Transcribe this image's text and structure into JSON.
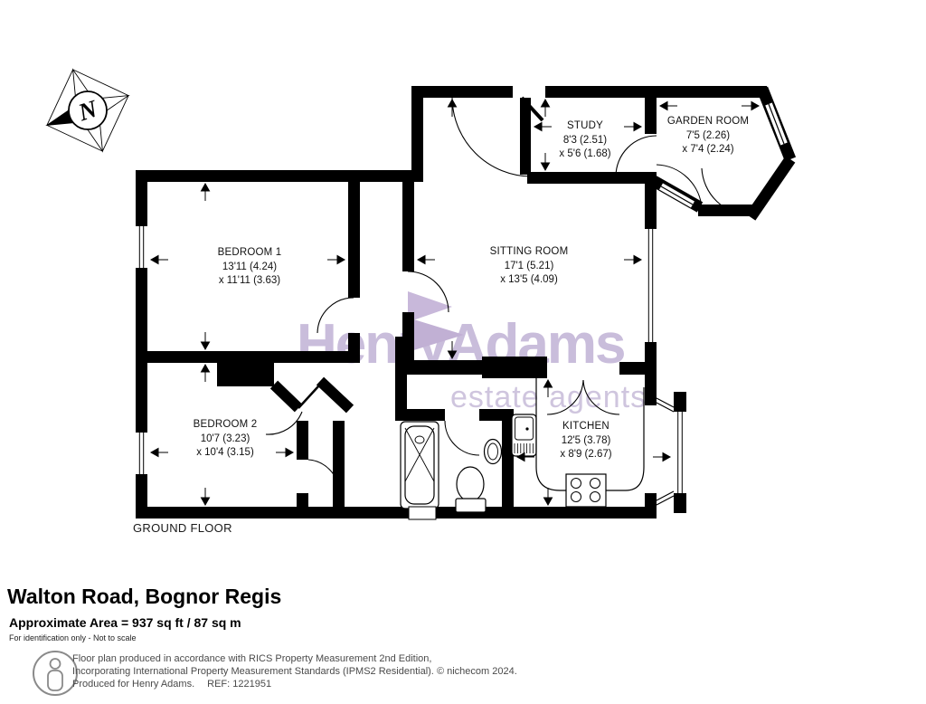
{
  "compass": {
    "label": "N",
    "icon": "compass-rose-north-icon"
  },
  "watermark": {
    "name": "HenryAdams",
    "tagline": "estate agents",
    "logo_icon": "double-triangle-logo-icon"
  },
  "colors": {
    "wall": "#000000",
    "watermark_text": "#c9bddb",
    "watermark_triangle_top": "#c8b8da",
    "watermark_triangle_bottom": "#c1b0d4",
    "footer_gray": "#4a4a4a"
  },
  "plan": {
    "floor_label": "GROUND FLOOR",
    "rooms": [
      {
        "name": "BEDROOM 1",
        "dim1": "13'11 (4.24)",
        "dim2": "x 11'11 (3.63)"
      },
      {
        "name": "BEDROOM 2",
        "dim1": "10'7 (3.23)",
        "dim2": "x 10'4 (3.15)"
      },
      {
        "name": "SITTING ROOM",
        "dim1": "17'1 (5.21)",
        "dim2": "x 13'5 (4.09)"
      },
      {
        "name": "STUDY",
        "dim1": "8'3 (2.51)",
        "dim2": "x 5'6 (1.68)"
      },
      {
        "name": "GARDEN ROOM",
        "dim1": "7'5 (2.26)",
        "dim2": "x 7'4 (2.24)"
      },
      {
        "name": "KITCHEN",
        "dim1": "12'5 (3.78)",
        "dim2": "x 8'9 (2.67)"
      }
    ]
  },
  "title_block": {
    "address": "Walton Road, Bognor Regis",
    "area": "Approximate Area = 937 sq ft / 87 sq m",
    "disclaimer": "For identification only - Not to scale"
  },
  "footer": {
    "icon": "person-outline-icon",
    "line1": "Floor plan produced in accordance with RICS Property Measurement 2nd Edition,",
    "line2": "Incorporating International Property Measurement Standards (IPMS2 Residential).",
    "copyright": "© nichecom 2024.",
    "line3": "Produced for Henry Adams.",
    "ref": "REF: 1221951"
  }
}
